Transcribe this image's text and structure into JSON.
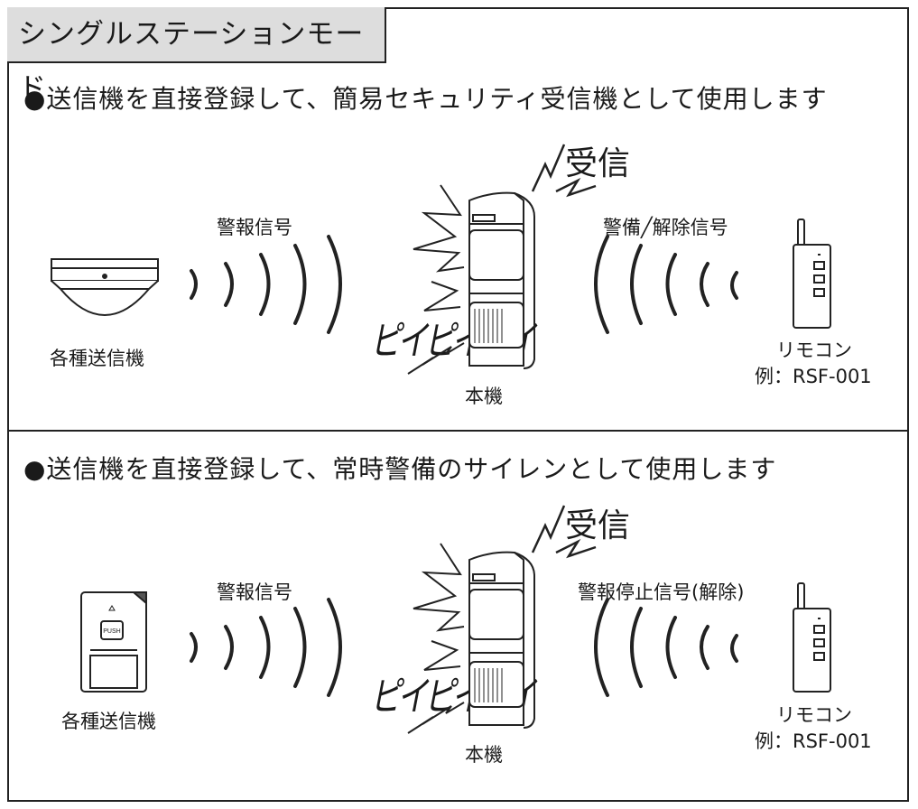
{
  "title": "シングルステーションモード",
  "panels": [
    {
      "heading": "●送信機を直接登録して、簡易セキュリティ受信機として使用します",
      "receive_label": "受信",
      "left_signal": "警報信号",
      "right_signal": "警備╱解除信号",
      "transmitter_label": "各種送信機",
      "beep": "ピイピイピイ",
      "unit_label": "本機",
      "remote_label": "リモコン",
      "remote_example": "例：RSF-001"
    },
    {
      "heading": "●送信機を直接登録して、常時警備のサイレンとして使用します",
      "receive_label": "受信",
      "left_signal": "警報信号",
      "right_signal": "警報停止信号(解除)",
      "transmitter_label": "各種送信機",
      "push_label": "PUSH",
      "beep": "ピイピイピイ",
      "unit_label": "本機",
      "remote_label": "リモコン",
      "remote_example": "例：RSF-001"
    }
  ]
}
